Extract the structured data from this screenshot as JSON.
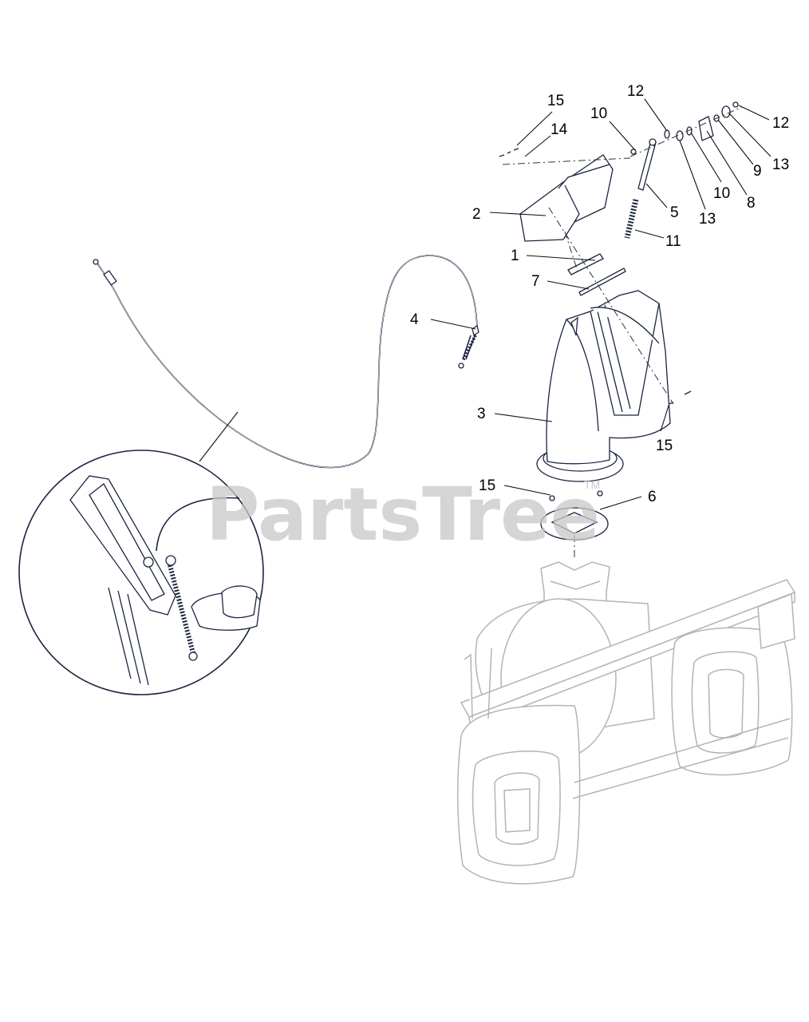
{
  "diagram": {
    "callouts": [
      {
        "id": "15",
        "label": "15"
      },
      {
        "id": "14",
        "label": "14"
      },
      {
        "id": "10",
        "label": "10"
      },
      {
        "id": "12",
        "label": "12"
      },
      {
        "id": "12b",
        "label": "12"
      },
      {
        "id": "13",
        "label": "13"
      },
      {
        "id": "9",
        "label": "9"
      },
      {
        "id": "10b",
        "label": "10"
      },
      {
        "id": "8",
        "label": "8"
      },
      {
        "id": "13b",
        "label": "13"
      },
      {
        "id": "5",
        "label": "5"
      },
      {
        "id": "11",
        "label": "11"
      },
      {
        "id": "2",
        "label": "2"
      },
      {
        "id": "1",
        "label": "1"
      },
      {
        "id": "7",
        "label": "7"
      },
      {
        "id": "4",
        "label": "4"
      },
      {
        "id": "3",
        "label": "3"
      },
      {
        "id": "15b",
        "label": "15"
      },
      {
        "id": "15c",
        "label": "15"
      },
      {
        "id": "6",
        "label": "6"
      }
    ]
  },
  "watermark": {
    "text": "PartsTree",
    "trademark": "TM"
  }
}
